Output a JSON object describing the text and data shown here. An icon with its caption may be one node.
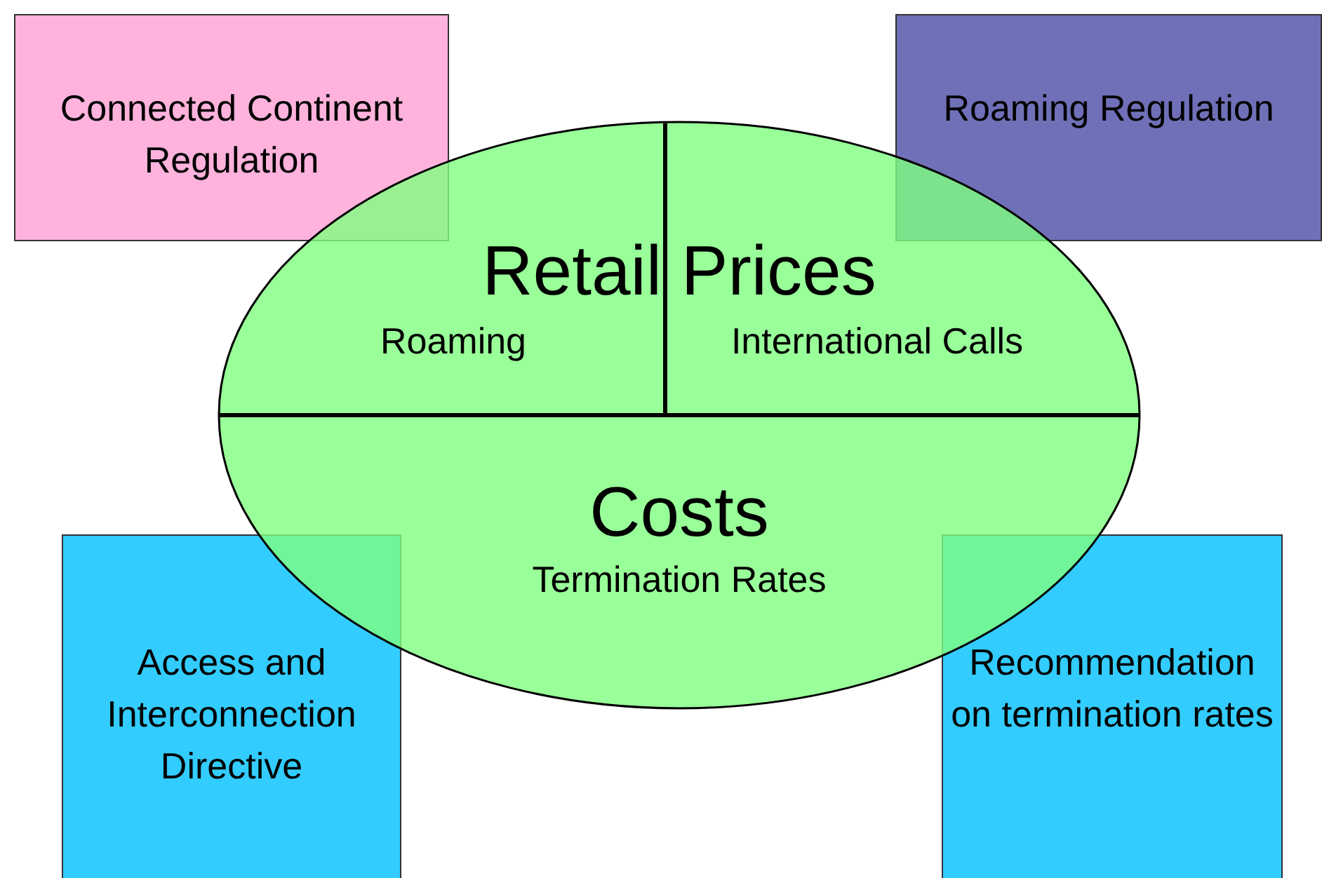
{
  "diagram": {
    "nodes": [
      {
        "text": [
          "Connected Continent Regulation"
        ]
      },
      {
        "text": [
          "Roaming Regulation"
        ]
      },
      {
        "text": [
          "Retail Prices",
          "Roaming",
          "International Calls",
          "Costs",
          "Termination Rates"
        ]
      },
      {
        "text": [
          "Access and Interconnection Directive"
        ]
      },
      {
        "text": [
          "Recommendation on termination rates"
        ]
      }
    ]
  }
}
